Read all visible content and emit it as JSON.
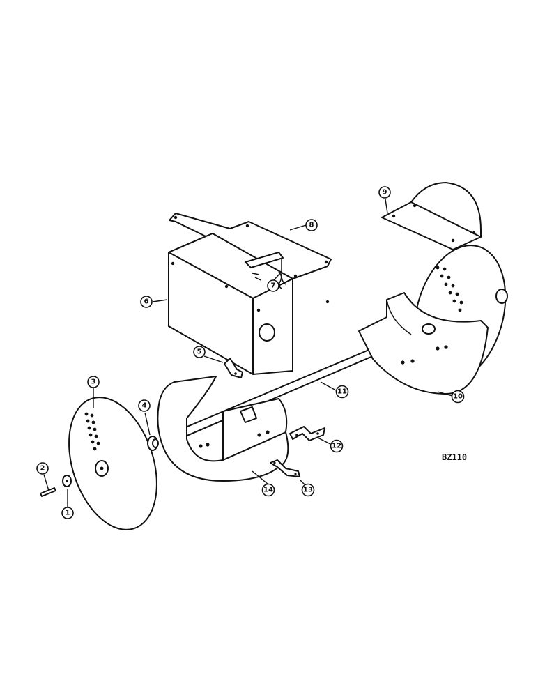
{
  "drawing_code": "BZ110",
  "callouts": [
    {
      "id": "1",
      "label": "1"
    },
    {
      "id": "2",
      "label": "2"
    },
    {
      "id": "3",
      "label": "3"
    },
    {
      "id": "4",
      "label": "4"
    },
    {
      "id": "5",
      "label": "5"
    },
    {
      "id": "6",
      "label": "6"
    },
    {
      "id": "7",
      "label": "7"
    },
    {
      "id": "8",
      "label": "8"
    },
    {
      "id": "9",
      "label": "9"
    },
    {
      "id": "10",
      "label": "10"
    },
    {
      "id": "11",
      "label": "11"
    },
    {
      "id": "12",
      "label": "12"
    },
    {
      "id": "13",
      "label": "13"
    },
    {
      "id": "14",
      "label": "14"
    }
  ]
}
